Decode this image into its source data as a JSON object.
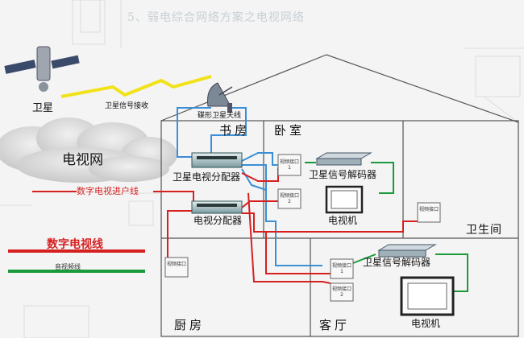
{
  "title": "弱电综合网络方案之电视网络",
  "title_prefix": "5、",
  "network_label": "电视网",
  "satellite_label": "卫星",
  "satellite_signal_label": "卫星信号接收",
  "dish_label": "碟形卫星天线",
  "cable_tv_in_label": "数字电视进户线",
  "rooms": {
    "study": "书房",
    "bedroom": "卧室",
    "bathroom": "卫生间",
    "kitchen": "厨房",
    "living": "客厅"
  },
  "devices": {
    "sat_splitter": "卫星电视分配器",
    "tv_splitter": "电视分配器",
    "decoder_bedroom": "卫星信号解码器",
    "decoder_living": "卫星信号解码器",
    "tv_bedroom": "电视机",
    "tv_living": "电视机"
  },
  "outlets": {
    "bedroom_1": "视频接口1",
    "bedroom_2": "视频接口2",
    "bathroom": "视频接口",
    "kitchen": "视频接口",
    "living_1": "视频接口1",
    "living_2": "视频接口2"
  },
  "legend": {
    "digital_tv_line": "数字电视线",
    "av_line": "音视频线"
  },
  "colors": {
    "digital_tv_line": "#d62020",
    "av_line": "#1a9a3a",
    "satellite_line": "#3a8fd6",
    "signal_bolt": "#f2e21a"
  }
}
